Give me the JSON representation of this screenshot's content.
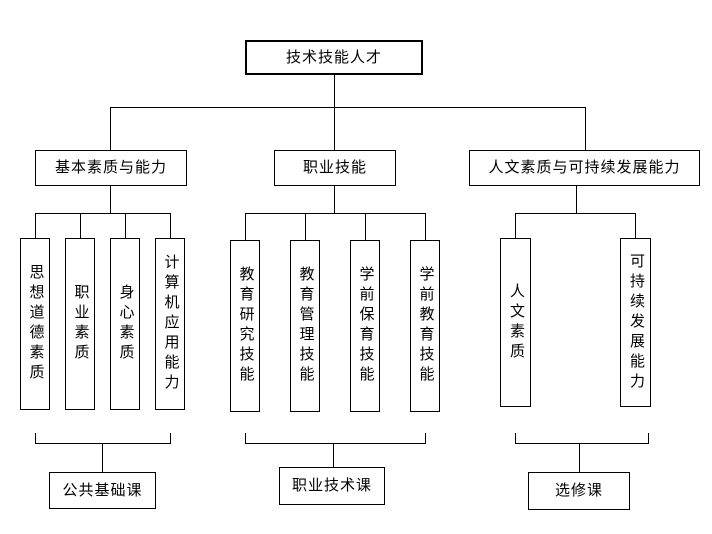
{
  "diagram": {
    "title_node": {
      "label": "技术技能人才"
    },
    "branches": [
      {
        "label": "基本素质与能力",
        "children": [
          "思想道德素质",
          "职业素质",
          "身心素质",
          "计算机应用能力"
        ],
        "course": "公共基础课"
      },
      {
        "label": "职业技能",
        "children": [
          "教育研究技能",
          "教育管理技能",
          "学前保育技能",
          "学前教育技能"
        ],
        "course": "职业技术课"
      },
      {
        "label": "人文素质与可持续发展能力",
        "children": [
          "人文素质",
          "可持续发展能力"
        ],
        "course": "选修课"
      }
    ]
  },
  "colors": {
    "background": "#ffffff",
    "line": "#000000",
    "text": "#000000"
  }
}
